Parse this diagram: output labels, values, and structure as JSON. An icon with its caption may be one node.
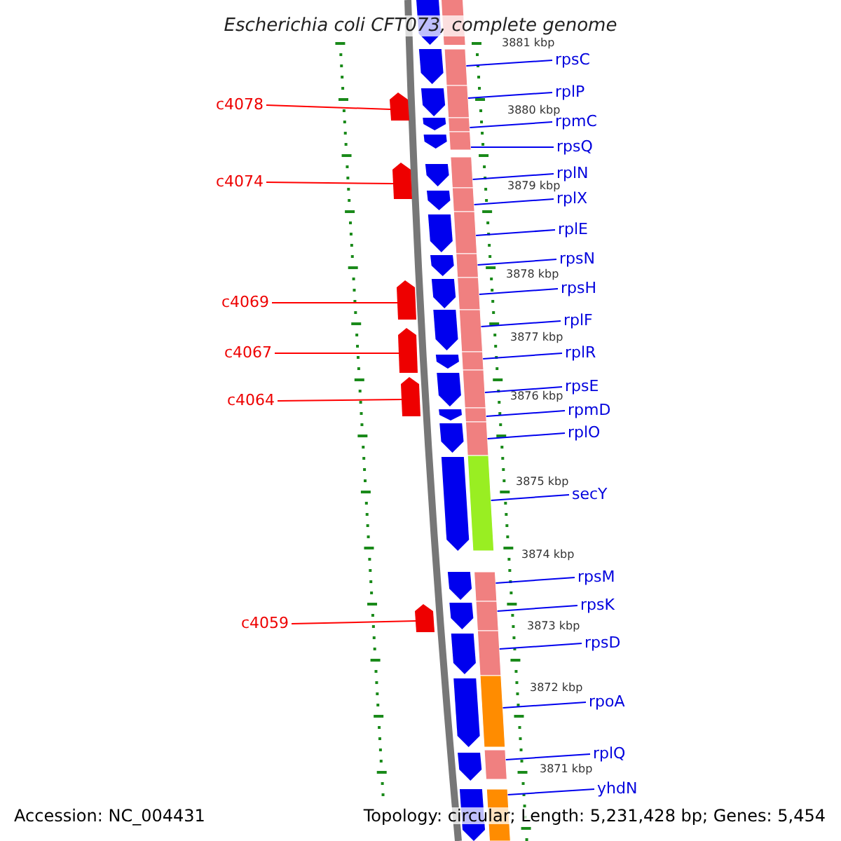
{
  "diagram": {
    "title": "Escherichia coli CFT073, complete genome",
    "nodes": [
      {
        "text": [
          "rpsC"
        ]
      },
      {
        "text": [
          "rplP"
        ]
      },
      {
        "text": [
          "c4078"
        ]
      },
      {
        "text": [
          "rpmC"
        ]
      },
      {
        "text": [
          "rpsQ"
        ]
      },
      {
        "text": [
          "rplN"
        ]
      },
      {
        "text": [
          "c4074"
        ]
      },
      {
        "text": [
          "rplX"
        ]
      },
      {
        "text": [
          "rplE"
        ]
      },
      {
        "text": [
          "rpsN"
        ]
      },
      {
        "text": [
          "rpsH"
        ]
      },
      {
        "text": [
          "c4069"
        ]
      },
      {
        "text": [
          "rplF"
        ]
      },
      {
        "text": [
          "rplR"
        ]
      },
      {
        "text": [
          "c4067"
        ]
      },
      {
        "text": [
          "rpsE"
        ]
      },
      {
        "text": [
          "c4064"
        ]
      },
      {
        "text": [
          "rpmD"
        ]
      },
      {
        "text": [
          "rplO"
        ]
      },
      {
        "text": [
          "secY"
        ]
      },
      {
        "text": [
          "rpsM"
        ]
      },
      {
        "text": [
          "rpsK"
        ]
      },
      {
        "text": [
          "c4059"
        ]
      },
      {
        "text": [
          "rpsD"
        ]
      },
      {
        "text": [
          "rpoA"
        ]
      },
      {
        "text": [
          "rplQ"
        ]
      },
      {
        "text": [
          "yhdN"
        ]
      },
      {
        "text": [],
        "shape": "bar"
      },
      {
        "text": [],
        "shape": "bar"
      },
      {
        "text": [],
        "shape": "bar"
      },
      {
        "text": [],
        "shape": "bar"
      },
      {
        "text": [],
        "shape": "bar"
      },
      {
        "text": [],
        "shape": "bar"
      },
      {
        "text": [],
        "shape": "bar"
      },
      {
        "text": [],
        "shape": "bar"
      },
      {
        "text": [],
        "shape": "bar"
      },
      {
        "text": [],
        "shape": "bar"
      },
      {
        "text": [],
        "shape": "bar"
      },
      {
        "text": [],
        "shape": "bar"
      },
      {
        "text": [],
        "shape": "bar"
      },
      {
        "text": [],
        "shape": "bar"
      },
      {
        "text": [],
        "shape": "bar"
      },
      {
        "text": [],
        "shape": "bar"
      },
      {
        "text": [],
        "shape": "bar"
      },
      {
        "text": [],
        "shape": "bar"
      },
      {
        "text": [],
        "shape": "bar"
      },
      {
        "text": [],
        "shape": "bar"
      },
      {
        "text": [],
        "shape": "bar"
      },
      {
        "text": [],
        "shape": "arrow"
      },
      {
        "text": [],
        "shape": "arrow"
      },
      {
        "text": [],
        "shape": "arrow"
      },
      {
        "text": [],
        "shape": "arrow"
      },
      {
        "text": [],
        "shape": "arrow"
      },
      {
        "text": [],
        "shape": "arrow"
      }
    ],
    "edges": [
      {
        "from": 0,
        "to": 27,
        "arrow": "none"
      },
      {
        "from": 1,
        "to": 28,
        "arrow": "none"
      },
      {
        "from": 2,
        "to": 48,
        "arrow": "none",
        "color": "#ff0000"
      },
      {
        "from": 3,
        "to": 29,
        "arrow": "none"
      },
      {
        "from": 4,
        "to": 30,
        "arrow": "none"
      },
      {
        "from": 5,
        "to": 31,
        "arrow": "none"
      },
      {
        "from": 6,
        "to": 49,
        "arrow": "none",
        "color": "#ff0000"
      },
      {
        "from": 7,
        "to": 32,
        "arrow": "none"
      },
      {
        "from": 8,
        "to": 33,
        "arrow": "none"
      },
      {
        "from": 9,
        "to": 34,
        "arrow": "none"
      },
      {
        "from": 10,
        "to": 35,
        "arrow": "none"
      },
      {
        "from": 11,
        "to": 50,
        "arrow": "none",
        "color": "#ff0000"
      },
      {
        "from": 12,
        "to": 36,
        "arrow": "none"
      },
      {
        "from": 13,
        "to": 37,
        "arrow": "none"
      },
      {
        "from": 14,
        "to": 51,
        "arrow": "none",
        "color": "#ff0000"
      },
      {
        "from": 15,
        "to": 38,
        "arrow": "none"
      },
      {
        "from": 16,
        "to": 52,
        "arrow": "none",
        "color": "#ff0000"
      },
      {
        "from": 17,
        "to": 39,
        "arrow": "none"
      },
      {
        "from": 18,
        "to": 40,
        "arrow": "none"
      },
      {
        "from": 19,
        "to": 41,
        "arrow": "none"
      },
      {
        "from": 20,
        "to": 42,
        "arrow": "none"
      },
      {
        "from": 21,
        "to": 43,
        "arrow": "none"
      },
      {
        "from": 22,
        "to": 53,
        "arrow": "none",
        "color": "#ff0000"
      },
      {
        "from": 23,
        "to": 44,
        "arrow": "none"
      },
      {
        "from": 24,
        "to": 45,
        "arrow": "none"
      },
      {
        "from": 25,
        "to": 46,
        "arrow": "none"
      },
      {
        "from": 26,
        "to": 47,
        "arrow": "none"
      }
    ],
    "labels": [
      "3881 kbp",
      "3880 kbp",
      "3879 kbp",
      "3878 kbp",
      "3877 kbp",
      "3876 kbp",
      "3875 kbp",
      "3874 kbp",
      "3873 kbp",
      "3872 kbp",
      "3871 kbp",
      "Accession: NC_004431",
      "Topology: circular; Length: 5,231,428 bp; Genes: 5,454"
    ]
  }
}
